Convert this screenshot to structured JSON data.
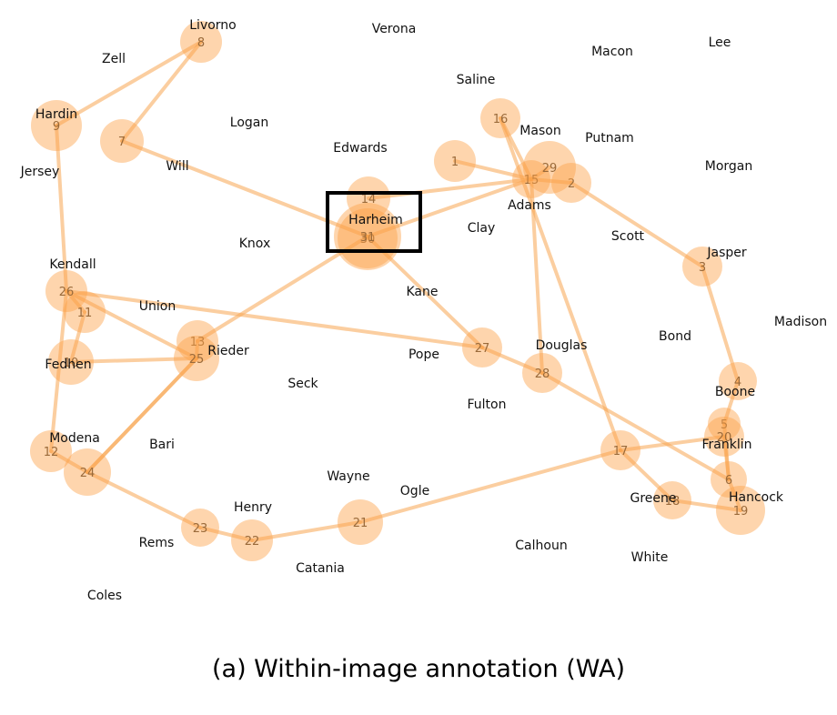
{
  "caption": "(a)  Within-image annotation (WA)",
  "colors": {
    "marker": "#fca24a",
    "route": "#f8a753",
    "highlight_box": "#000000"
  },
  "places": [
    {
      "name": "Livorno"
    },
    {
      "name": "Verona"
    },
    {
      "name": "Zell"
    },
    {
      "name": "Macon"
    },
    {
      "name": "Lee"
    },
    {
      "name": "Saline"
    },
    {
      "name": "Hardin"
    },
    {
      "name": "Logan"
    },
    {
      "name": "Mason"
    },
    {
      "name": "Putnam"
    },
    {
      "name": "Edwards"
    },
    {
      "name": "Jersey"
    },
    {
      "name": "Will"
    },
    {
      "name": "Morgan"
    },
    {
      "name": "Adams"
    },
    {
      "name": "Harheim"
    },
    {
      "name": "Clay"
    },
    {
      "name": "Scott"
    },
    {
      "name": "Knox"
    },
    {
      "name": "Jasper"
    },
    {
      "name": "Kendall"
    },
    {
      "name": "Kane"
    },
    {
      "name": "Madison"
    },
    {
      "name": "Union"
    },
    {
      "name": "Bond"
    },
    {
      "name": "Douglas"
    },
    {
      "name": "Rieder"
    },
    {
      "name": "Pope"
    },
    {
      "name": "Fedhen"
    },
    {
      "name": "Seck"
    },
    {
      "name": "Boone"
    },
    {
      "name": "Fulton"
    },
    {
      "name": "Modena"
    },
    {
      "name": "Franklin"
    },
    {
      "name": "Bari"
    },
    {
      "name": "Wayne"
    },
    {
      "name": "Ogle"
    },
    {
      "name": "Greene"
    },
    {
      "name": "Hancock"
    },
    {
      "name": "Henry"
    },
    {
      "name": "Rems"
    },
    {
      "name": "Calhoun"
    },
    {
      "name": "White"
    },
    {
      "name": "Catania"
    },
    {
      "name": "Coles"
    }
  ],
  "stops": [
    {
      "id": "1"
    },
    {
      "id": "2"
    },
    {
      "id": "3"
    },
    {
      "id": "4"
    },
    {
      "id": "5"
    },
    {
      "id": "6"
    },
    {
      "id": "7"
    },
    {
      "id": "8"
    },
    {
      "id": "9"
    },
    {
      "id": "10"
    },
    {
      "id": "11"
    },
    {
      "id": "12"
    },
    {
      "id": "13"
    },
    {
      "id": "14"
    },
    {
      "id": "15"
    },
    {
      "id": "16"
    },
    {
      "id": "17"
    },
    {
      "id": "18"
    },
    {
      "id": "19"
    },
    {
      "id": "20"
    },
    {
      "id": "21"
    },
    {
      "id": "22"
    },
    {
      "id": "23"
    },
    {
      "id": "24"
    },
    {
      "id": "25"
    },
    {
      "id": "26"
    },
    {
      "id": "27"
    },
    {
      "id": "28"
    },
    {
      "id": "29"
    },
    {
      "id": "30"
    },
    {
      "id": "31"
    }
  ],
  "routes": [
    [
      "8",
      "9"
    ],
    [
      "8",
      "7"
    ],
    [
      "9",
      "26"
    ],
    [
      "7",
      "31"
    ],
    [
      "26",
      "12"
    ],
    [
      "26",
      "25"
    ],
    [
      "26",
      "27"
    ],
    [
      "11",
      "26"
    ],
    [
      "11",
      "10"
    ],
    [
      "12",
      "24"
    ],
    [
      "24",
      "23"
    ],
    [
      "24",
      "25"
    ],
    [
      "23",
      "22"
    ],
    [
      "22",
      "21"
    ],
    [
      "21",
      "17"
    ],
    [
      "17",
      "18"
    ],
    [
      "18",
      "19"
    ],
    [
      "17",
      "20"
    ],
    [
      "20",
      "6"
    ],
    [
      "6",
      "5"
    ],
    [
      "5",
      "4"
    ],
    [
      "4",
      "3"
    ],
    [
      "3",
      "2"
    ],
    [
      "2",
      "15"
    ],
    [
      "1",
      "15"
    ],
    [
      "14",
      "15"
    ],
    [
      "31",
      "15"
    ],
    [
      "16",
      "15"
    ],
    [
      "16",
      "17"
    ],
    [
      "15",
      "28"
    ],
    [
      "31",
      "27"
    ],
    [
      "27",
      "28"
    ],
    [
      "28",
      "6"
    ],
    [
      "13",
      "31"
    ],
    [
      "13",
      "25"
    ],
    [
      "25",
      "24"
    ],
    [
      "19",
      "6"
    ],
    [
      "29",
      "15"
    ],
    [
      "30",
      "31"
    ],
    [
      "10",
      "25"
    ]
  ],
  "highlight": {
    "label": "Harheim",
    "stops": [
      "30",
      "31"
    ]
  }
}
